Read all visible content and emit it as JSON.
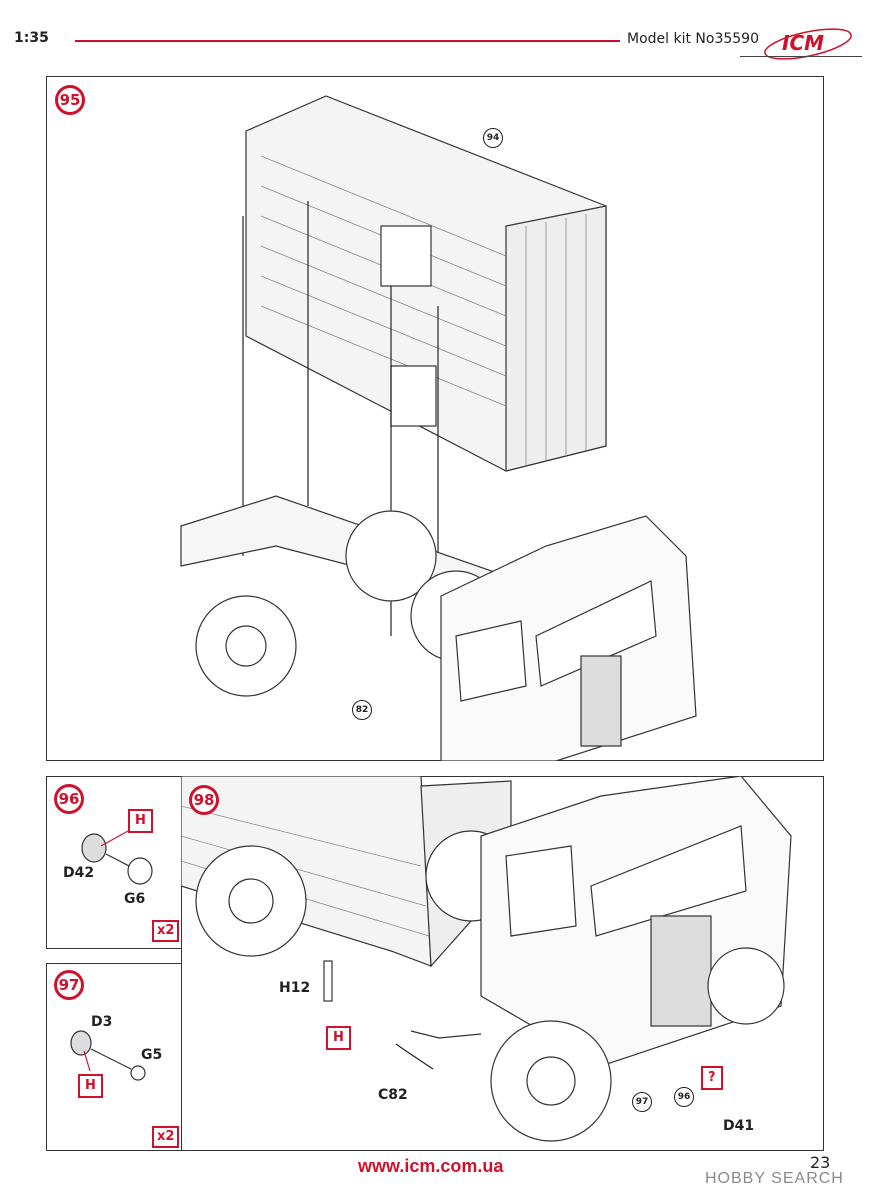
{
  "header": {
    "scale": "1:35",
    "kit": "Model kit No35590",
    "logo": "ICM",
    "accent": "#d0112b"
  },
  "steps": {
    "s95": {
      "number": "95",
      "callouts": [
        "94",
        "82"
      ]
    },
    "s96": {
      "number": "96",
      "parts": [
        "D42",
        "G6"
      ],
      "color_code": "H",
      "qty": "x2"
    },
    "s97": {
      "number": "97",
      "parts": [
        "D3",
        "G5"
      ],
      "color_code": "H",
      "qty": "x2"
    },
    "s98": {
      "number": "98",
      "parts": [
        "H12",
        "C82",
        "D41"
      ],
      "color_code": "H",
      "callouts": [
        "97",
        "96"
      ],
      "unknown": "?"
    }
  },
  "footer": {
    "url": "www.icm.com.ua",
    "page": "23",
    "watermark": "HOBBY SEARCH"
  }
}
